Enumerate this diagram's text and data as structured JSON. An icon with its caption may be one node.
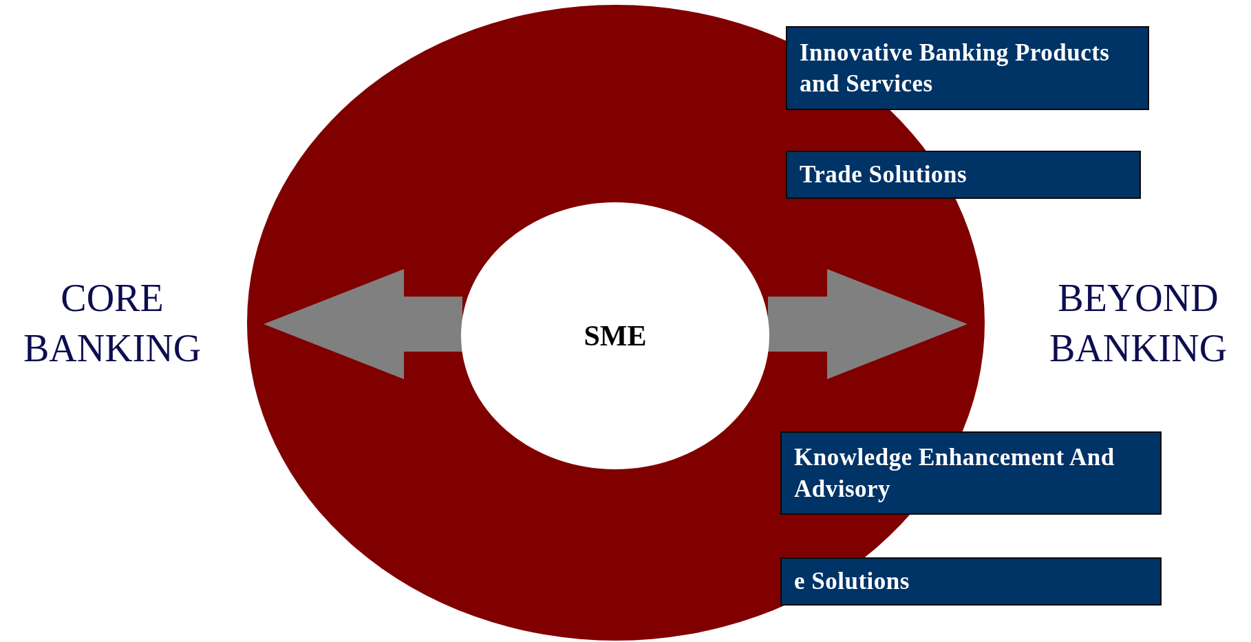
{
  "diagram": {
    "nodes": [
      {
        "text": [
          "CORE BANKING"
        ]
      },
      {
        "text": [
          "SME"
        ]
      },
      {
        "text": [
          "BEYOND BANKING"
        ]
      },
      {
        "text": [
          "Innovative Banking Products and Services"
        ]
      },
      {
        "text": [
          "Trade Solutions"
        ]
      },
      {
        "text": [
          "Knowledge Enhancement And Advisory"
        ]
      },
      {
        "text": [
          "e Solutions"
        ]
      }
    ],
    "edges": [
      {
        "from": 1,
        "to": 0,
        "arrow": "to"
      },
      {
        "from": 1,
        "to": 2,
        "arrow": "to"
      }
    ]
  }
}
